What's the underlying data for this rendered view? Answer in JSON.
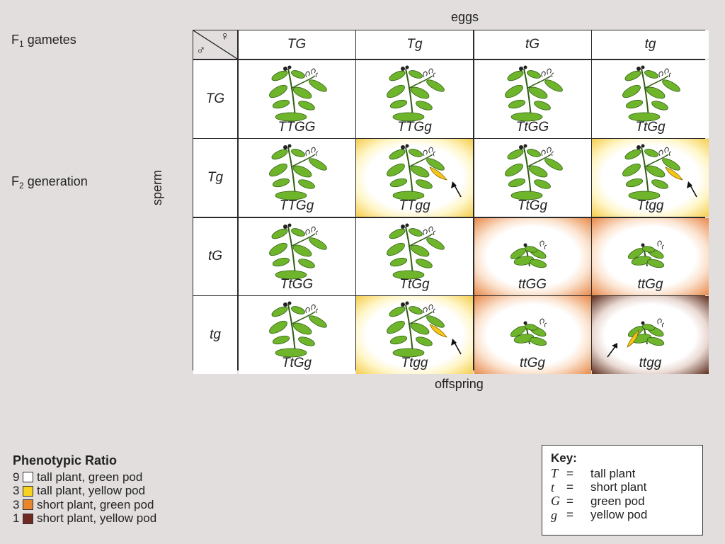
{
  "labels": {
    "f1_prefix": "F",
    "f1_sub": "1",
    "f1_suffix": " gametes",
    "f2_prefix": "F",
    "f2_sub": "2",
    "f2_suffix": " generation",
    "eggs": "eggs",
    "sperm": "sperm",
    "offspring": "offspring",
    "female_symbol": "♀",
    "male_symbol": "♂"
  },
  "grid": {
    "col_headers": [
      "TG",
      "Tg",
      "tG",
      "tg"
    ],
    "row_headers": [
      "TG",
      "Tg",
      "tG",
      "tg"
    ],
    "cells": [
      [
        {
          "g": "TTGG",
          "p": "tg"
        },
        {
          "g": "TTGg",
          "p": "tg"
        },
        {
          "g": "TtGG",
          "p": "tg"
        },
        {
          "g": "TtGg",
          "p": "tg"
        }
      ],
      [
        {
          "g": "TTGg",
          "p": "tg"
        },
        {
          "g": "TTgg",
          "p": "ty"
        },
        {
          "g": "TtGg",
          "p": "tg"
        },
        {
          "g": "Ttgg",
          "p": "ty"
        }
      ],
      [
        {
          "g": "TtGG",
          "p": "tg"
        },
        {
          "g": "TtGg",
          "p": "tg"
        },
        {
          "g": "ttGG",
          "p": "sg"
        },
        {
          "g": "ttGg",
          "p": "sg"
        }
      ],
      [
        {
          "g": "TtGg",
          "p": "tg"
        },
        {
          "g": "Ttgg",
          "p": "ty"
        },
        {
          "g": "ttGg",
          "p": "sg"
        },
        {
          "g": "ttgg",
          "p": "sy"
        }
      ]
    ]
  },
  "phenotypic_ratio": {
    "title": "Phenotypic Ratio",
    "items": [
      {
        "count": "9",
        "color": "#ffffff",
        "label": "tall plant, green pod"
      },
      {
        "count": "3",
        "color": "#f7d21e",
        "label": "tall plant, yellow pod"
      },
      {
        "count": "3",
        "color": "#e8862e",
        "label": "short plant, green pod"
      },
      {
        "count": "1",
        "color": "#6e2a22",
        "label": "short plant, yellow pod"
      }
    ]
  },
  "key": {
    "title": "Key:",
    "items": [
      {
        "symbol": "T",
        "eq": "=",
        "meaning": "tall plant"
      },
      {
        "symbol": "t",
        "eq": "=",
        "meaning": "short plant"
      },
      {
        "symbol": "G",
        "eq": "=",
        "meaning": "green pod"
      },
      {
        "symbol": "g",
        "eq": "=",
        "meaning": "yellow pod"
      }
    ]
  },
  "colors": {
    "leaf": "#6fb52c",
    "leaf_dark": "#2f5e12",
    "pod_yellow": "#f5c518"
  }
}
